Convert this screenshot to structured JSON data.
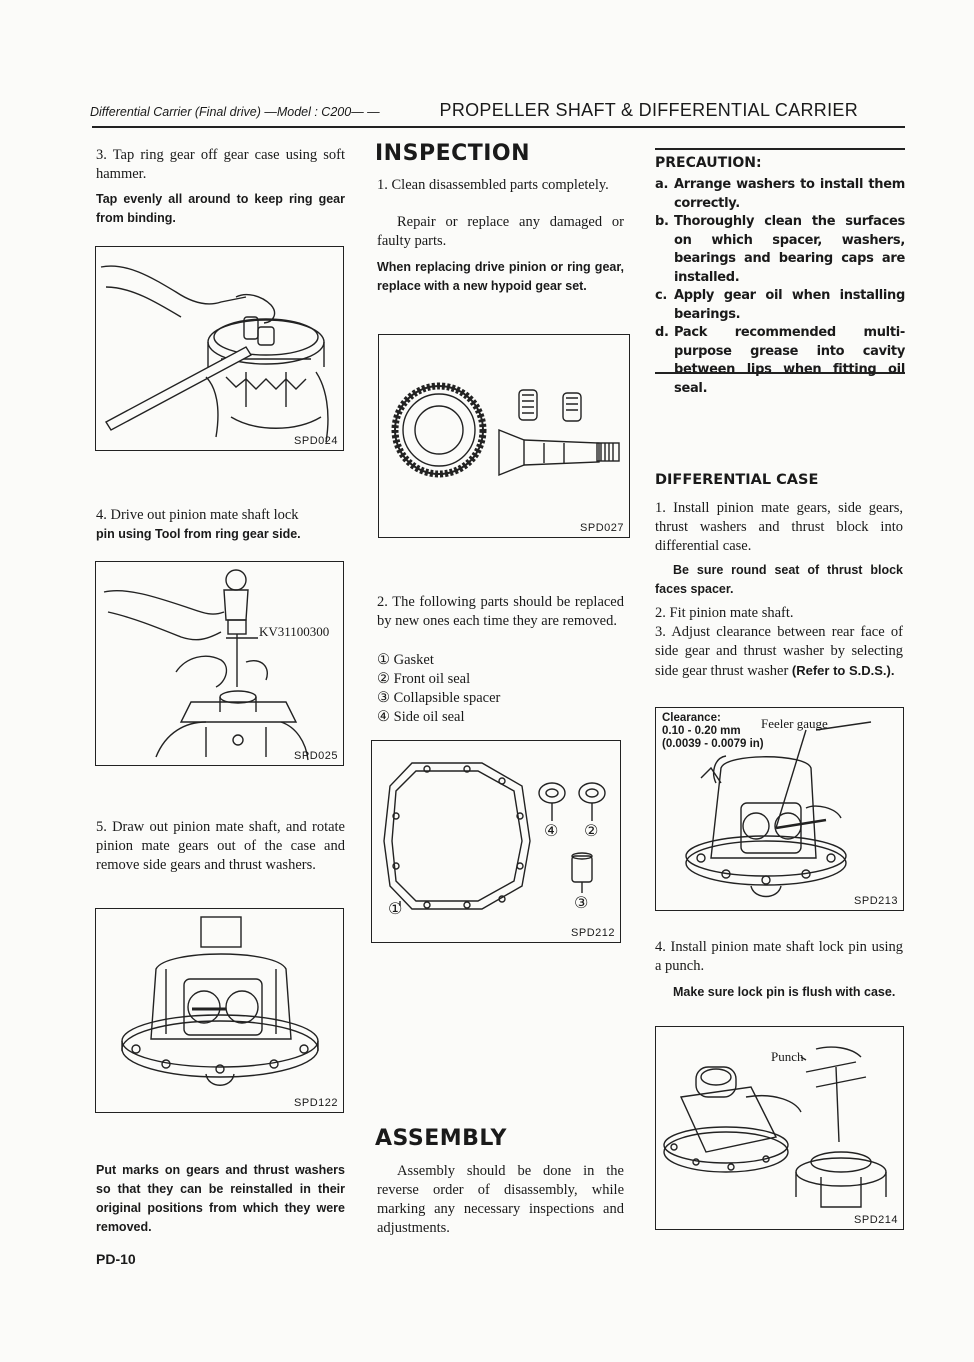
{
  "header": {
    "left": "Differential Carrier (Final drive) —Model : C200— —",
    "right": "PROPELLER SHAFT & DIFFERENTIAL CARRIER"
  },
  "col1": {
    "step3": "3.  Tap ring gear off gear case using soft hammer.",
    "note3": "Tap evenly all around to keep ring gear from binding.",
    "fig1_label": "SPD024",
    "step4_a": "4.  Drive out pinion mate shaft lock",
    "step4_b": "pin using Tool from ring gear side.",
    "fig2_label": "SPD025",
    "fig2_tool": "KV31100300",
    "step5": "5.  Draw out pinion mate shaft, and rotate pinion mate gears out of the case and remove side gears and thrust washers.",
    "fig3_label": "SPD122",
    "note5": "Put marks on gears and thrust washers so that they can be reinstalled in their original positions from which they were removed."
  },
  "col2": {
    "inspection_title": "INSPECTION",
    "insp1": "1.  Clean disassembled parts completely.",
    "insp1b": "Repair or replace any damaged or faulty parts.",
    "insp_note": "When replacing drive pinion or ring gear, replace with a new hypoid gear set.",
    "fig4_label": "SPD027",
    "insp2": "2.  The following parts should be replaced by new ones each time they are removed.",
    "parts": [
      "① Gasket",
      "② Front oil seal",
      "③ Collapsible spacer",
      "④ Side oil seal"
    ],
    "fig5_label": "SPD212",
    "fig5_nums": [
      "①",
      "②",
      "③",
      "④"
    ],
    "assembly_title": "ASSEMBLY",
    "assembly_text": "Assembly should be done in the reverse order of disassembly, while marking any necessary inspections and adjustments."
  },
  "col3": {
    "precaution_title": "PRECAUTION:",
    "precautions": [
      {
        "letter": "a.",
        "text": "Arrange washers to install them correctly."
      },
      {
        "letter": "b.",
        "text": "Thoroughly clean the surfaces on which spacer, washers, bearings and bearing caps are installed."
      },
      {
        "letter": "c.",
        "text": "Apply gear oil when installing bearings."
      },
      {
        "letter": "d.",
        "text": "Pack recommended multi-purpose grease into cavity between lips when fitting oil seal."
      }
    ],
    "diff_title": "DIFFERENTIAL CASE",
    "diff1": "1.  Install pinion mate gears, side gears, thrust washers and thrust block into differential case.",
    "diff_note": "Be sure round seat of thrust block faces spacer.",
    "diff2": "2.  Fit pinion mate shaft.",
    "diff3_text": "3.  Adjust clearance between rear face of side gear and thrust washer by selecting side gear thrust washer ",
    "diff3_bold": "(Refer to S.D.S.).",
    "fig6_clear": "Clearance:",
    "fig6_mm": "0.10 - 0.20 mm",
    "fig6_in": "(0.0039 - 0.0079 in)",
    "fig6_feeler": "Feeler gauge",
    "fig6_label": "SPD213",
    "diff4": "4.  Install pinion mate shaft lock pin using a punch.",
    "diff_note2": "Make sure lock pin is flush with case.",
    "fig7_punch": "Punch",
    "fig7_label": "SPD214"
  },
  "footer": {
    "page": "PD-10"
  }
}
